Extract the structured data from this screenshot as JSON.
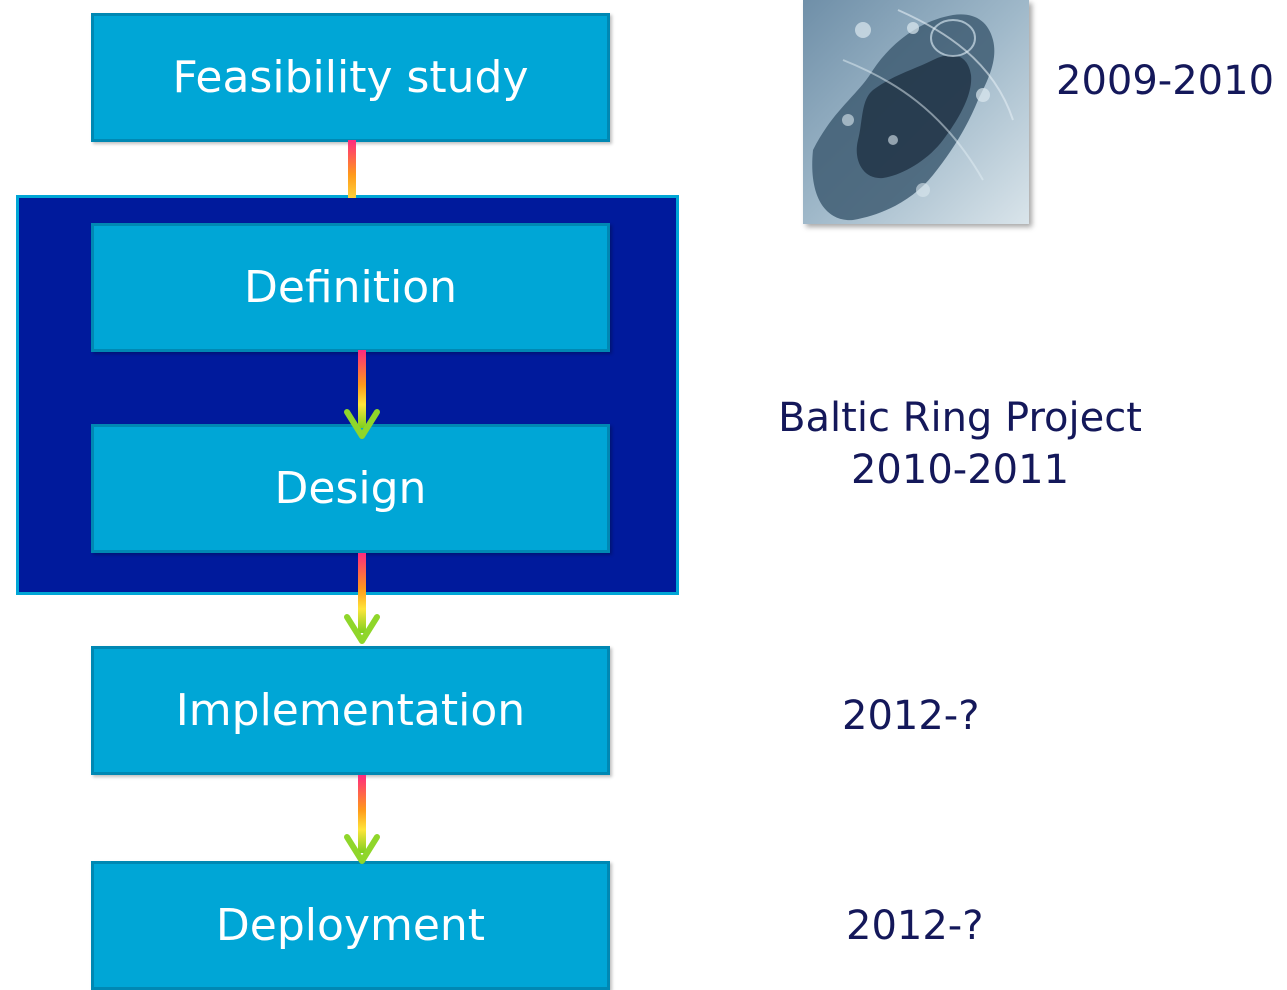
{
  "stages": {
    "feasibility": "Feasibility study",
    "definition": "Definition",
    "design": "Design",
    "implementation": "Implementation",
    "deployment": "Deployment"
  },
  "timeline": {
    "feasibility": "2009-2010",
    "project_name": "Baltic Ring Project",
    "project_years": "2010-2011",
    "implementation": "2012-?",
    "deployment": "2012-?"
  },
  "colors": {
    "box_fill": "#00a6d6",
    "group_fill": "#001a9c",
    "text_dark": "#14185a",
    "connector_top": "#ff2a7f",
    "connector_mid": "#ffb000",
    "connector_arrow": "#7ccf1e"
  },
  "icons": {
    "map": "baltic-sea-map-image"
  }
}
